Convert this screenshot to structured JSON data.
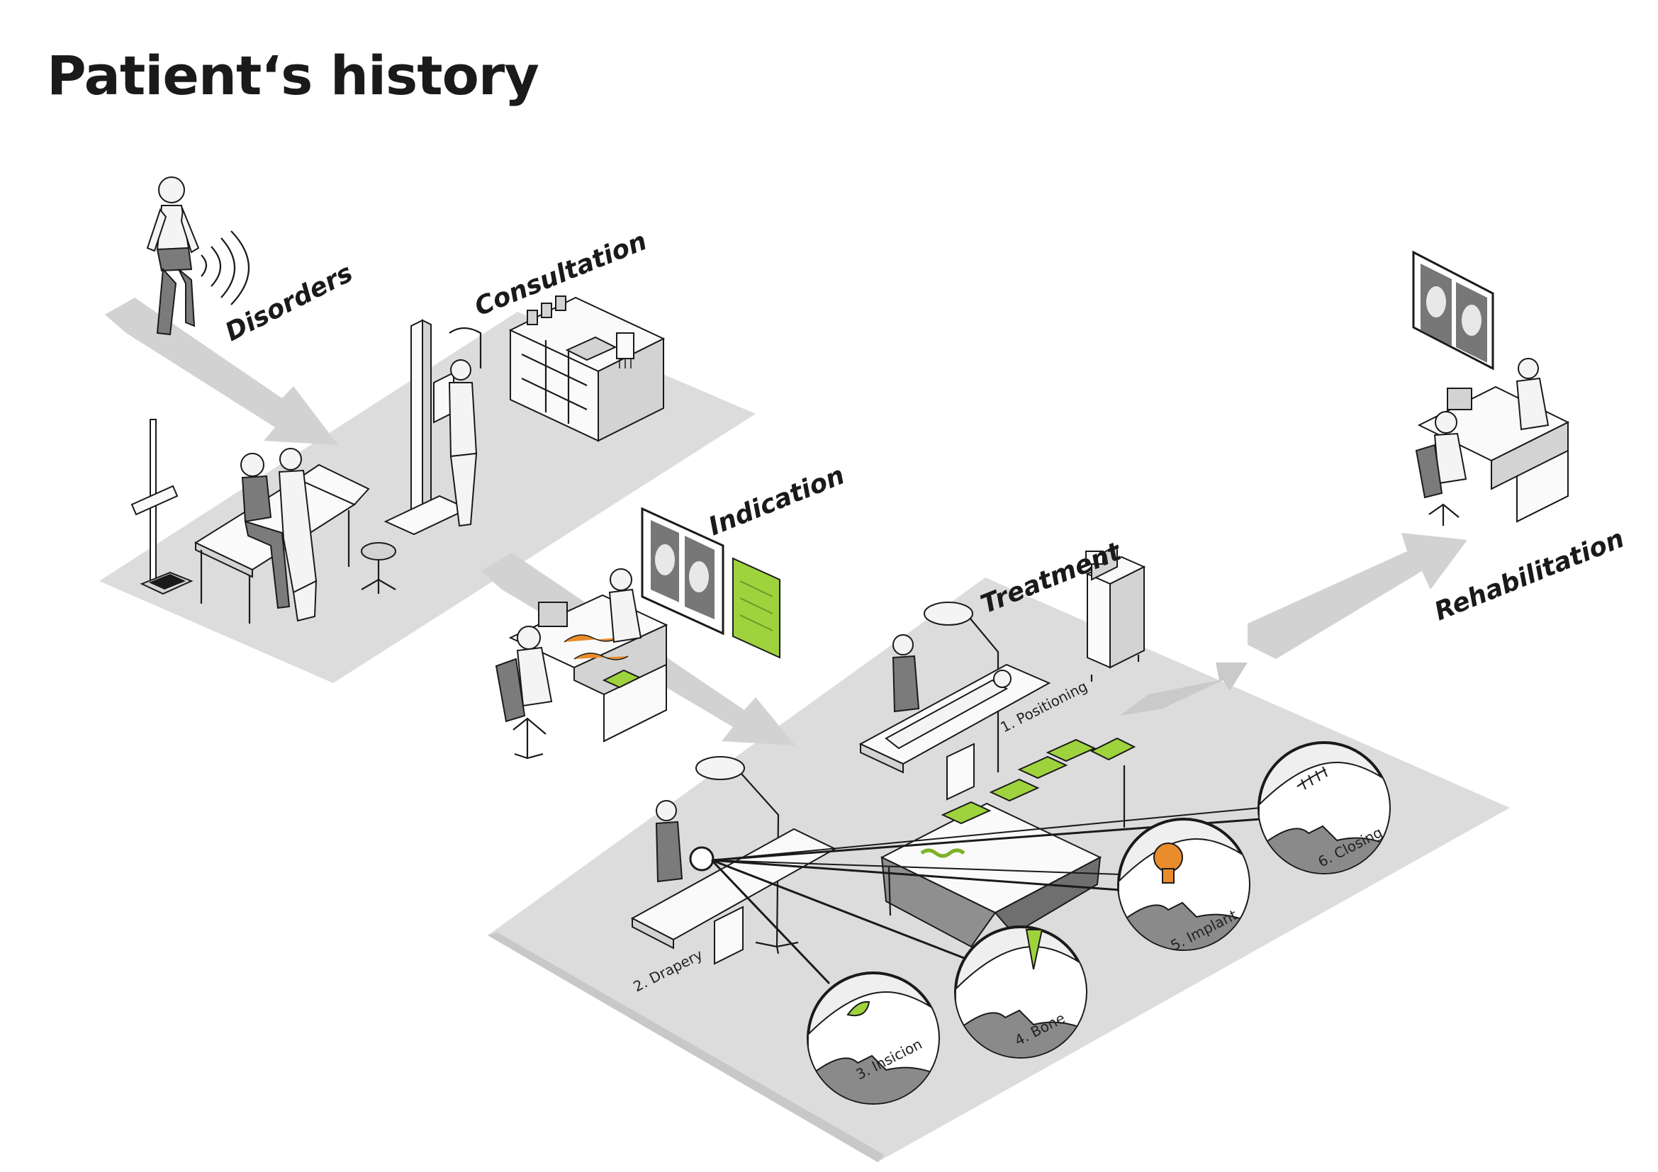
{
  "title": "Patient‘s history",
  "stages": {
    "disorders": "Disorders",
    "consultation": "Consultation",
    "indication": "Indication",
    "treatment": "Treatment",
    "rehabilitation": "Rehabilitation"
  },
  "steps": {
    "positioning": "1. Positioning",
    "drapery": "2. Drapery",
    "incision": "3. Insicion",
    "bone": "4. Bone",
    "implant": "5. Implant",
    "closing": "6. Closing"
  },
  "colors": {
    "floor": "#dcdcdc",
    "arrow": "#d2d2d2",
    "accent_green": "#9fd33e",
    "accent_orange": "#e98c2c",
    "ink": "#1a1a1a"
  }
}
